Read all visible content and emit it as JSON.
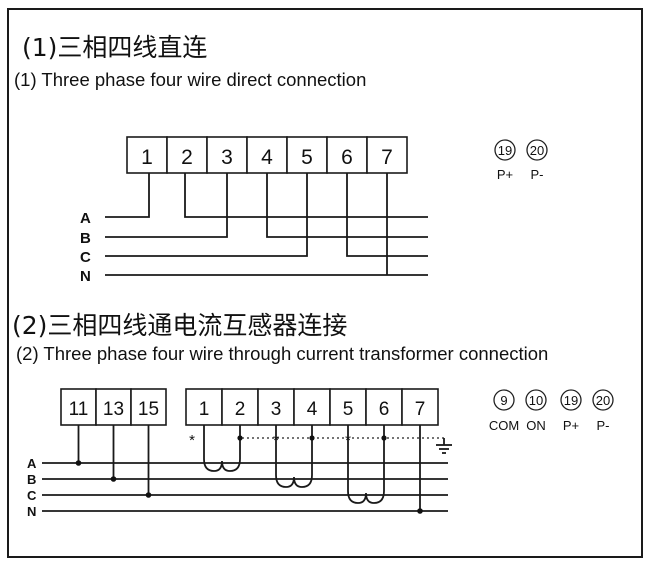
{
  "section1": {
    "title_zh": "(1)三相四线直连",
    "title_en": "(1) Three phase four wire direct connection",
    "terminals": [
      "1",
      "2",
      "3",
      "4",
      "5",
      "6",
      "7"
    ],
    "phases": [
      "A",
      "B",
      "C",
      "N"
    ],
    "pulse_terminals": [
      {
        "number": "19",
        "label": "P+"
      },
      {
        "number": "20",
        "label": "P-"
      }
    ]
  },
  "section2": {
    "title_zh": "(2)三相四线通电流互感器连接",
    "title_en": "(2) Three phase four wire through current transformer connection",
    "voltage_terminals": [
      "11",
      "13",
      "15"
    ],
    "current_terminals": [
      "1",
      "2",
      "3",
      "4",
      "5",
      "6",
      "7"
    ],
    "phases": [
      "A",
      "B",
      "C",
      "N"
    ],
    "polarity_mark": "*",
    "output_terminals": [
      {
        "number": "9",
        "label": "COM"
      },
      {
        "number": "10",
        "label": "ON"
      },
      {
        "number": "19",
        "label": "P+"
      },
      {
        "number": "20",
        "label": "P-"
      }
    ]
  }
}
